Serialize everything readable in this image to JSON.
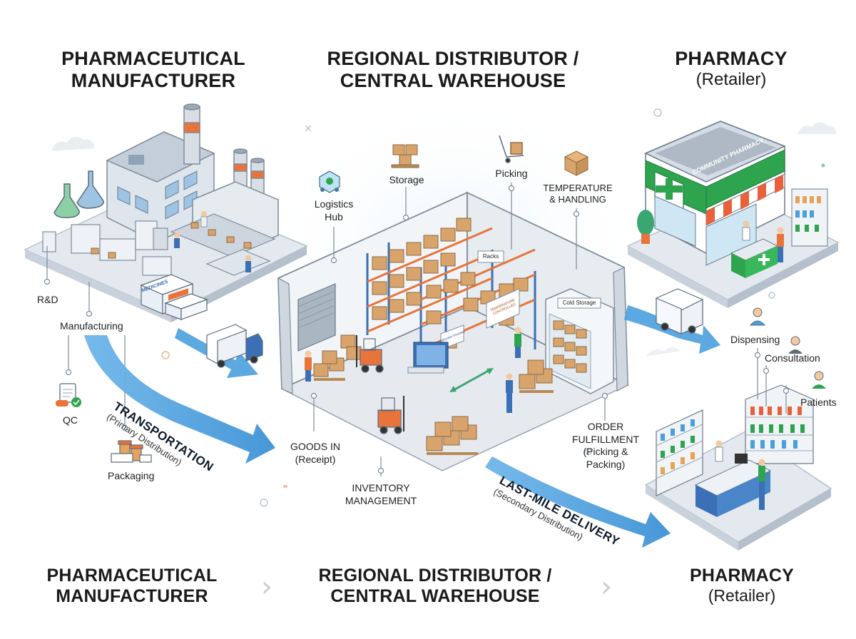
{
  "headers": {
    "manufacturer": {
      "line1": "PHARMACEUTICAL",
      "line2": "MANUFACTURER"
    },
    "distributor": {
      "line1": "REGIONAL DISTRIBUTOR /",
      "line2": "CENTRAL WAREHOUSE"
    },
    "pharmacy": {
      "line1": "PHARMACY",
      "line2": "(Retailer)"
    }
  },
  "footer": {
    "manufacturer": {
      "line1": "PHARMACEUTICAL",
      "line2": "MANUFACTURER"
    },
    "distributor": {
      "line1": "REGIONAL DISTRIBUTOR /",
      "line2": "CENTRAL WAREHOUSE"
    },
    "pharmacy": {
      "line1": "PHARMACY",
      "line2": "(Retailer)"
    },
    "separator": "›"
  },
  "manufacturer_labels": {
    "rnd": "R&D",
    "manufacturing": "Manufacturing",
    "qc": "QC",
    "packaging": "Packaging",
    "box_text": "MEDICINES"
  },
  "flows": {
    "primary": {
      "title": "TRANSPORTATION",
      "subtitle": "(Primary Distribution)"
    },
    "secondary": {
      "title": "LAST-MILE DELIVERY",
      "subtitle": "(Secondary Distribution)"
    }
  },
  "warehouse_labels": {
    "logistics_hub": {
      "line1": "Logistics",
      "line2": "Hub"
    },
    "storage": "Storage",
    "picking": "Picking",
    "temperature": {
      "line1": "TEMPERATURE",
      "line2": "& HANDLING"
    },
    "racks": "Racks",
    "cold_storage": "Cold Storage",
    "goods_in": {
      "line1": "GOODS IN",
      "line2": "(Receipt)"
    },
    "inventory": {
      "line1": "INVENTORY",
      "line2": "MANAGEMENT"
    },
    "order": {
      "line1": "ORDER",
      "line2": "FULFILLMENT",
      "line3": "(Picking &",
      "line4": "Packing)"
    },
    "temp_sign": "TEMPERATURE CONTROLLED",
    "inbound_sign": "INBOUND STAGING"
  },
  "pharmacy_labels": {
    "sign": "COMMUNITY PHARMACY",
    "dispensing": "Dispensing",
    "consultation": "Consultation",
    "patients": "Patients"
  },
  "colors": {
    "flow_blue": "#4a9fde",
    "pharmacy_green": "#2ea44f",
    "awning_orange": "#e8603c",
    "box_tan": "#d9a46b",
    "shelf_blue": "#3b6fb6",
    "forklift_orange": "#e8743b",
    "floor_gray": "#e6eaef"
  }
}
